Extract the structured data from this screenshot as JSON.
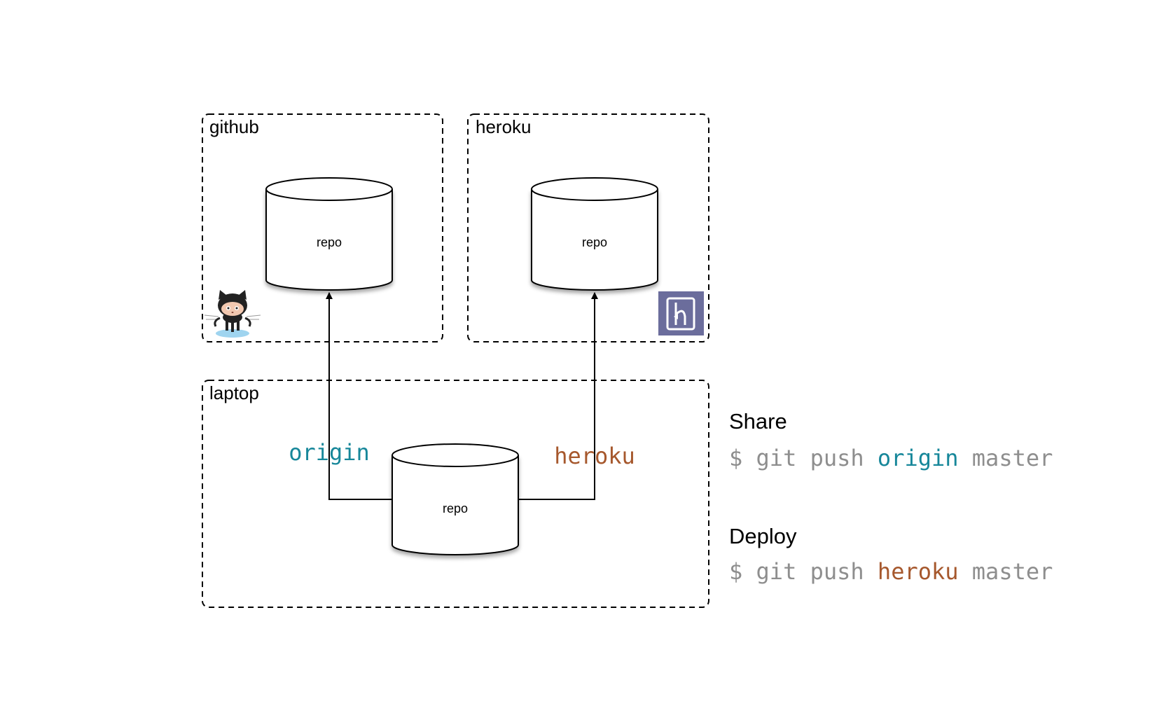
{
  "colors": {
    "origin": "#17879a",
    "heroku": "#a6582d",
    "command_text": "#8e8e8e",
    "heroku_logo_bg": "#6b6d9c"
  },
  "groups": {
    "github": {
      "label": "github",
      "repo_label": "repo",
      "icon": "octocat-icon"
    },
    "heroku": {
      "label": "heroku",
      "repo_label": "repo",
      "icon": "heroku-logo-icon"
    },
    "laptop": {
      "label": "laptop",
      "repo_label": "repo"
    }
  },
  "remotes": {
    "origin": "origin",
    "heroku": "heroku"
  },
  "commands": {
    "share": {
      "title": "Share",
      "prefix": "$ git push ",
      "remote": "origin",
      "suffix": " master"
    },
    "deploy": {
      "title": "Deploy",
      "prefix": "$ git push ",
      "remote": "heroku",
      "suffix": " master"
    }
  }
}
